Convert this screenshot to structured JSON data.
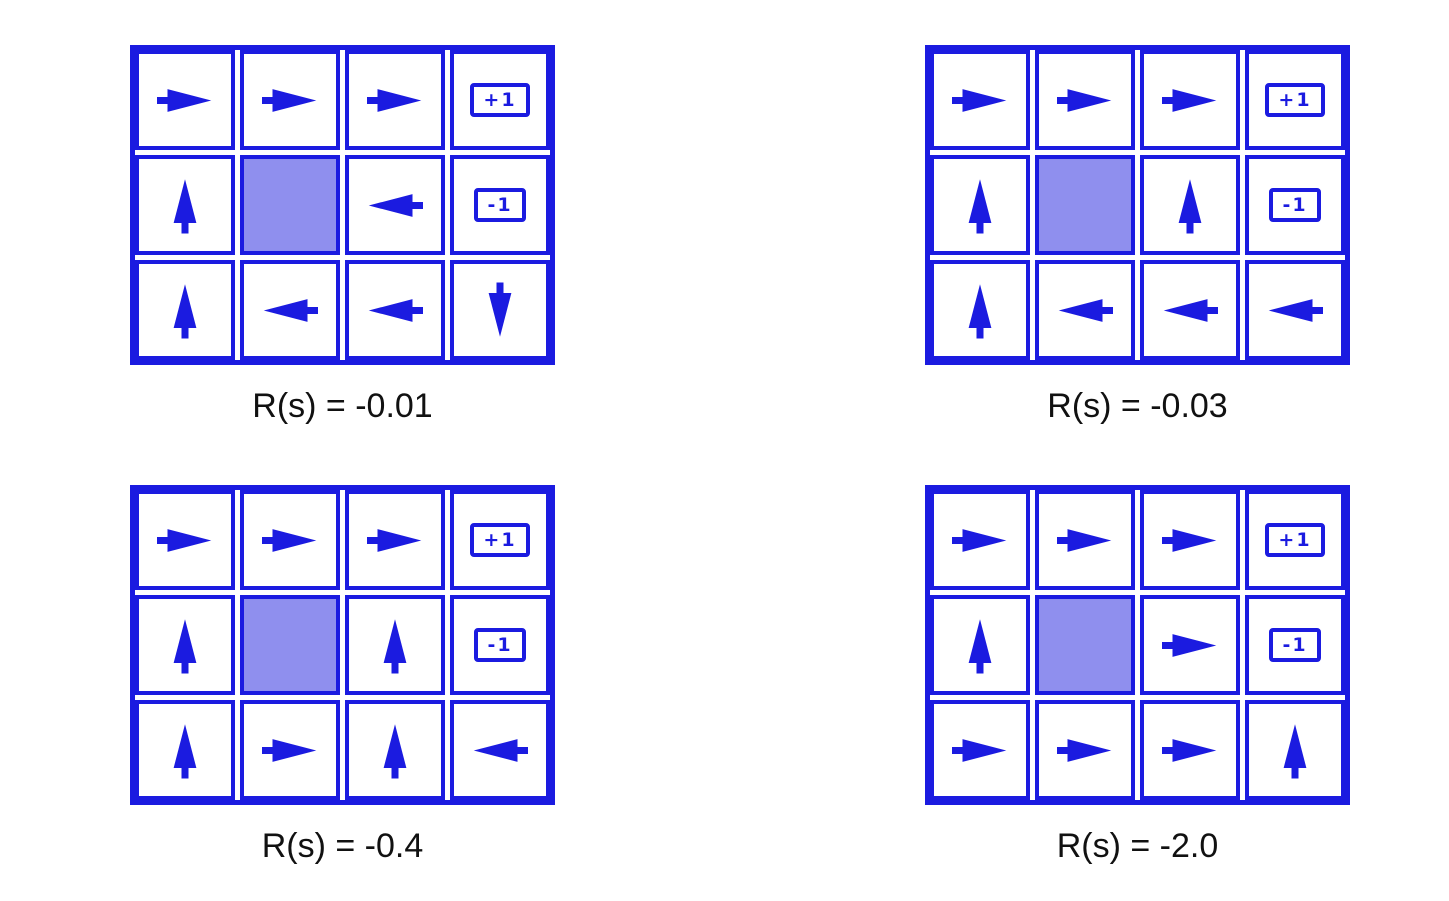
{
  "figure": {
    "colors": {
      "blue": "#1b1be0",
      "wall_fill": "#8f8fee",
      "background": "#ffffff",
      "caption_text": "#111111"
    },
    "terminal_labels": {
      "plus": "+1",
      "minus": "-1"
    },
    "grids": [
      {
        "caption": "R(s) = -0.01",
        "rows": [
          [
            "right",
            "right",
            "right",
            "plus"
          ],
          [
            "up",
            "wall",
            "left",
            "minus"
          ],
          [
            "up",
            "left",
            "left",
            "down"
          ]
        ]
      },
      {
        "caption": "R(s) = -0.03",
        "rows": [
          [
            "right",
            "right",
            "right",
            "plus"
          ],
          [
            "up",
            "wall",
            "up",
            "minus"
          ],
          [
            "up",
            "left",
            "left",
            "left"
          ]
        ]
      },
      {
        "caption": "R(s) = -0.4",
        "rows": [
          [
            "right",
            "right",
            "right",
            "plus"
          ],
          [
            "up",
            "wall",
            "up",
            "minus"
          ],
          [
            "up",
            "right",
            "up",
            "left"
          ]
        ]
      },
      {
        "caption": "R(s) = -2.0",
        "rows": [
          [
            "right",
            "right",
            "right",
            "plus"
          ],
          [
            "up",
            "wall",
            "right",
            "minus"
          ],
          [
            "right",
            "right",
            "right",
            "up"
          ]
        ]
      }
    ]
  }
}
